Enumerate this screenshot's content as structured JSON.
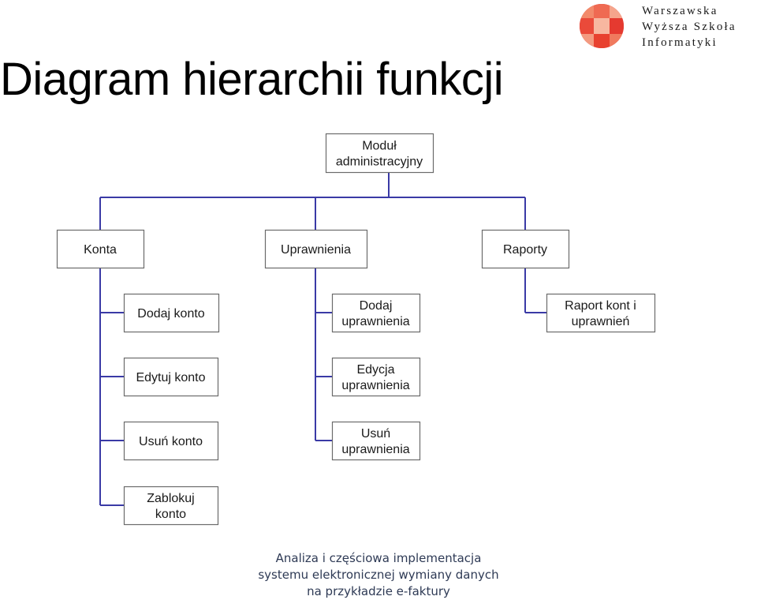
{
  "slide": {
    "title": "Diagram hierarchii funkcji",
    "logo_lines": [
      "Warszawska",
      "Wyższa Szkoła",
      "Informatyki"
    ],
    "footer_lines": [
      "Analiza i częściowa implementacja",
      "systemu elektronicznej wymiany danych",
      "na przykładzie e-faktury"
    ]
  },
  "colors": {
    "connector": "#3a3aa6",
    "node_border": "#6b6b6b",
    "footer_text": "#2e3a55",
    "logo_red": "#e3312f"
  },
  "diagram": {
    "root": {
      "label": [
        "Moduł",
        "administracyjny"
      ]
    },
    "groups": [
      {
        "id": "konta",
        "label": [
          "Konta"
        ],
        "children": [
          [
            "Dodaj konto"
          ],
          [
            "Edytuj konto"
          ],
          [
            "Usuń konto"
          ],
          [
            "Zablokuj",
            "konto"
          ]
        ]
      },
      {
        "id": "uprawnienia",
        "label": [
          "Uprawnienia"
        ],
        "children": [
          [
            "Dodaj",
            "uprawnienia"
          ],
          [
            "Edycja",
            "uprawnienia"
          ],
          [
            "Usuń",
            "uprawnienia"
          ]
        ]
      },
      {
        "id": "raporty",
        "label": [
          "Raporty"
        ],
        "children": [
          [
            "Raport kont i",
            "uprawnień"
          ]
        ]
      }
    ]
  }
}
